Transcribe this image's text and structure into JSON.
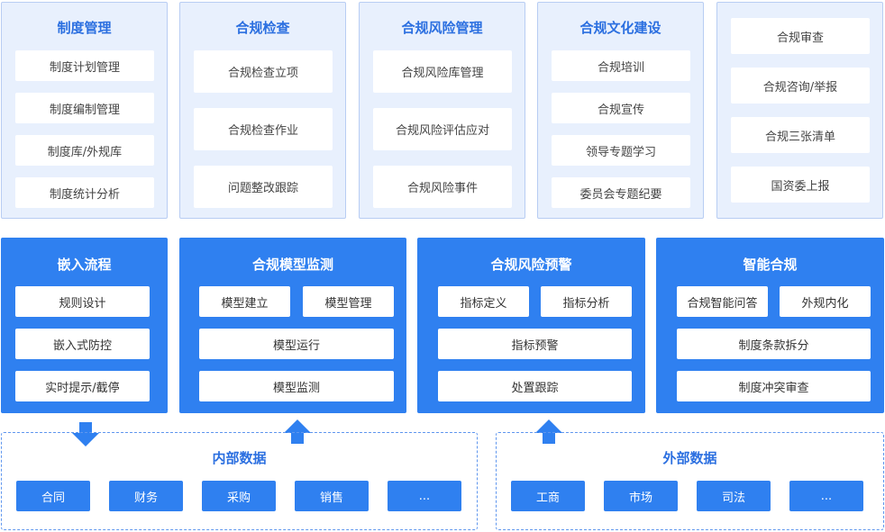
{
  "top_panels": [
    {
      "title": "制度管理",
      "items": [
        "制度计划管理",
        "制度编制管理",
        "制度库/外规库",
        "制度统计分析"
      ]
    },
    {
      "title": "合规检查",
      "items": [
        "合规检查立项",
        "合规检查作业",
        "问题整改跟踪"
      ]
    },
    {
      "title": "合规风险管理",
      "items": [
        "合规风险库管理",
        "合规风险评估应对",
        "合规风险事件"
      ]
    },
    {
      "title": "合规文化建设",
      "items": [
        "合规培训",
        "合规宣传",
        "领导专题学习",
        "委员会专题纪要"
      ]
    },
    {
      "items": [
        "合规审查",
        "合规咨询/举报",
        "合规三张清单",
        "国资委上报"
      ]
    }
  ],
  "middle_panels": [
    {
      "title": "嵌入流程",
      "items": [
        "规则设计",
        "嵌入式防控",
        "实时提示/截停"
      ]
    },
    {
      "title": "合规模型监测",
      "items": [
        "模型建立",
        "模型管理",
        "模型运行",
        "模型监测"
      ]
    },
    {
      "title": "合规风险预警",
      "items": [
        "指标定义",
        "指标分析",
        "指标预警",
        "处置跟踪"
      ]
    },
    {
      "title": "智能合规",
      "items": [
        "合规智能问答",
        "外规内化",
        "制度条款拆分",
        "制度冲突审查"
      ]
    }
  ],
  "internal_data": {
    "title": "内部数据",
    "items": [
      "合同",
      "财务",
      "采购",
      "销售",
      "..."
    ]
  },
  "external_data": {
    "title": "外部数据",
    "items": [
      "工商",
      "市场",
      "司法",
      "..."
    ]
  },
  "colors": {
    "primary": "#2f80f0",
    "light_panel": "#e8f0fd",
    "title_blue": "#2b6fe0"
  }
}
